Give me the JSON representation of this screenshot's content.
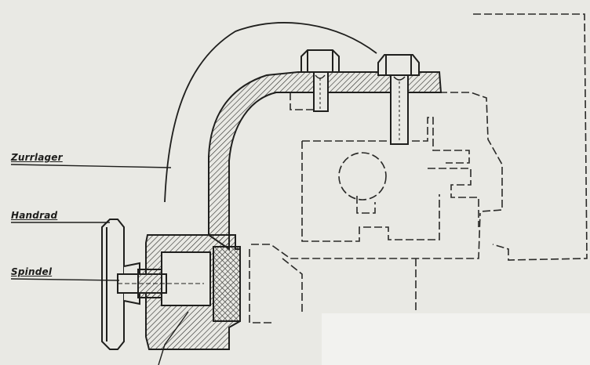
{
  "labels": {
    "zurrlager": "Zurrlager",
    "handrad": "Handrad",
    "spindel": "Spindel"
  },
  "colors": {
    "paper": "#e9e9e4",
    "ink": "#1d1d1b"
  }
}
